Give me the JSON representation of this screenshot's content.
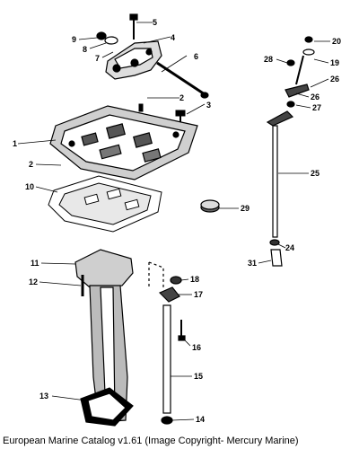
{
  "caption": "European Marine Catalog v1.61 (Image Copyright- Mercury Marine)",
  "callouts": {
    "c1": "1",
    "c2a": "2",
    "c2b": "2",
    "c3": "3",
    "c4": "4",
    "c5": "5",
    "c6": "6",
    "c7": "7",
    "c8": "8",
    "c9": "9",
    "c10": "10",
    "c11": "11",
    "c12": "12",
    "c13": "13",
    "c14": "14",
    "c15": "15",
    "c16": "16",
    "c17": "17",
    "c18": "18",
    "c19": "19",
    "c20": "20",
    "c24": "24",
    "c25": "25",
    "c26a": "26",
    "c26b": "26",
    "c27": "27",
    "c28": "28",
    "c29": "29",
    "c31": "31"
  }
}
